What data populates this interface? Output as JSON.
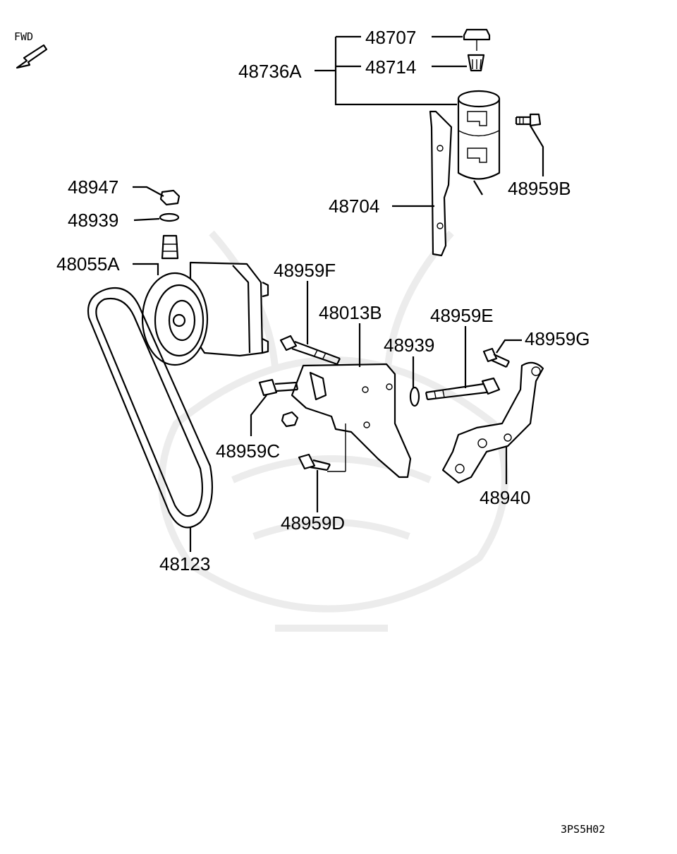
{
  "fwd_label": "FWD",
  "diagram_code": "3PS5H02",
  "labels": {
    "p48707": "48707",
    "p48714": "48714",
    "p48736A": "48736A",
    "p48959B": "48959B",
    "p48704": "48704",
    "p48947": "48947",
    "p48939a": "48939",
    "p48055A": "48055A",
    "p48959F": "48959F",
    "p48013B": "48013B",
    "p48939b": "48939",
    "p48959E": "48959E",
    "p48959G": "48959G",
    "p48959C": "48959C",
    "p48959D": "48959D",
    "p48940": "48940",
    "p48123": "48123"
  },
  "icons": {
    "fwd": "fwd-arrow-icon",
    "watermark": "samurai-helmet-watermark"
  }
}
